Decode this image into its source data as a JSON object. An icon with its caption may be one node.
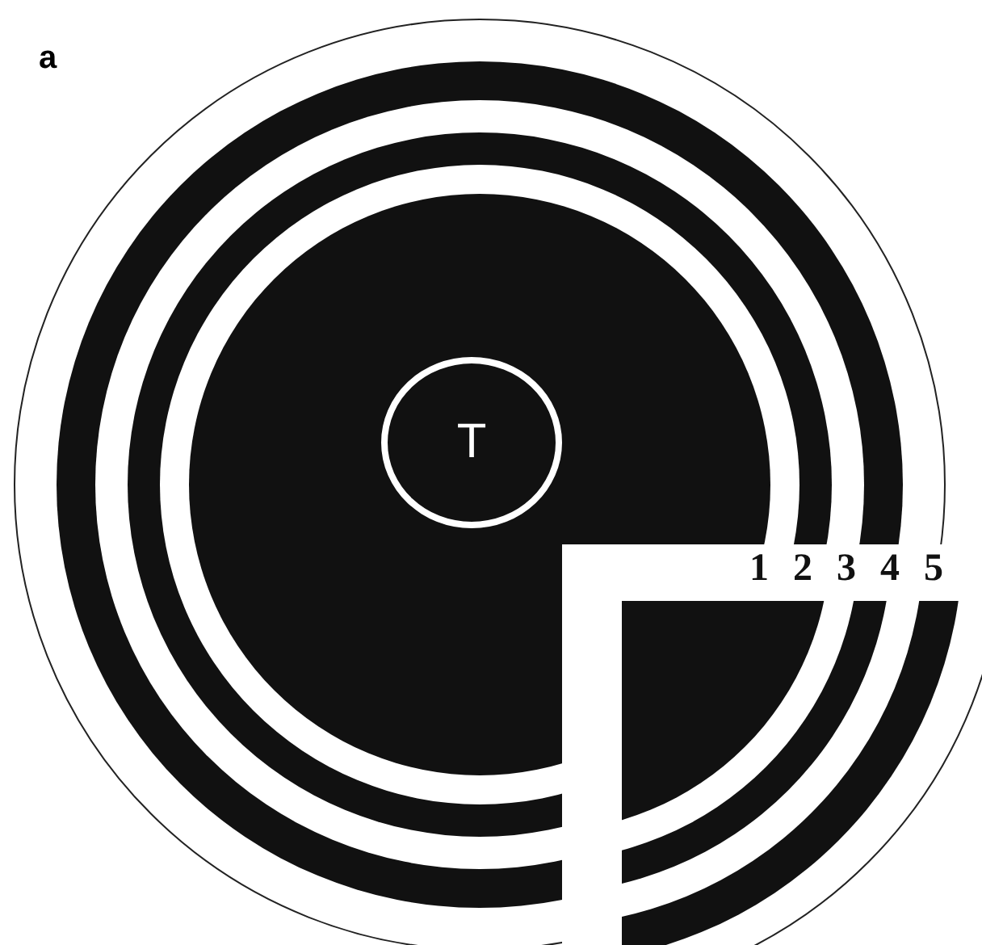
{
  "diagram": {
    "nodes": [
      {
        "text": [
          "T"
        ]
      }
    ],
    "labels": [
      "a",
      "1",
      "2",
      "3",
      "4",
      "5"
    ]
  }
}
